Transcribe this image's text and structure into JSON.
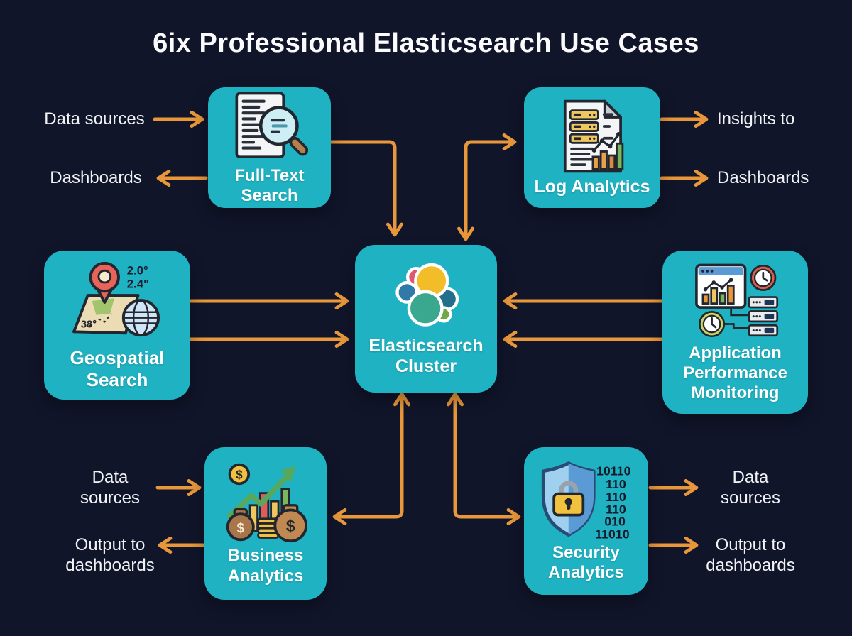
{
  "title": "6ix Professional Elasticsearch Use Cases",
  "colors": {
    "background": "#11152a",
    "box_teal": "#1fb2c2",
    "arrow_orange": "#e8973a",
    "label_white": "#ffffff"
  },
  "center": {
    "label": "Elasticsearch\nCluster"
  },
  "nodes": {
    "full_text_search": {
      "label": "Full-Text\nSearch"
    },
    "log_analytics": {
      "label": "Log Analytics"
    },
    "geospatial_search": {
      "label": "Geospatial\nSearch",
      "coord_line1": "2.0°",
      "coord_line2": "2.4\"",
      "map_degree": "38°"
    },
    "application_performance_monitoring": {
      "label": "Application\nPerformance\nMonitoring"
    },
    "business_analytics": {
      "label": "Business\nAnalytics"
    },
    "security_analytics": {
      "label": "Security\nAnalytics",
      "binary": [
        "10110",
        "110",
        "110",
        "110",
        "010",
        "11010"
      ]
    }
  },
  "annotations": {
    "fulltext_input": "Data sources",
    "fulltext_output": "Dashboards",
    "log_output_1": "Insights to",
    "log_output_2": "Dashboards",
    "business_input": "Data\nsources",
    "business_output": "Output to\ndashboards",
    "security_output_1": "Data\nsources",
    "security_output_2": "Output to\ndashboards"
  }
}
